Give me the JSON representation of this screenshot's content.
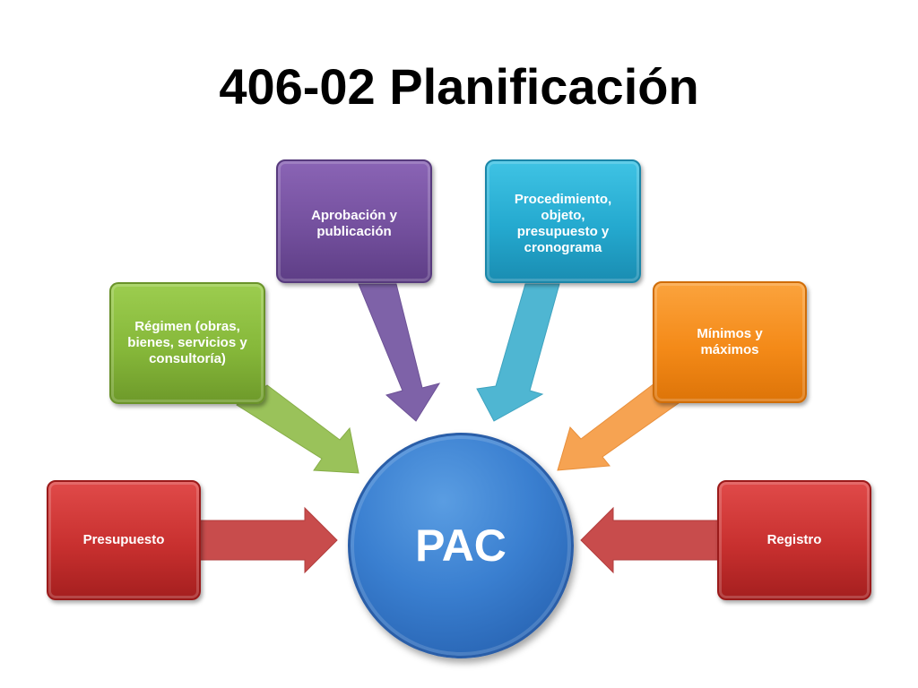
{
  "title": "406-02 Planificación",
  "center": {
    "label": "PAC",
    "color": "#3a7fd0"
  },
  "nodes": {
    "presupuesto": {
      "label": "Presupuesto",
      "color": "#c8302f"
    },
    "regimen": {
      "lines": [
        "Régimen (obras,",
        "bienes, servicios y",
        "consultoría)"
      ],
      "color": "#86b83a"
    },
    "aprobacion": {
      "lines": [
        "Aprobación y",
        "publicación"
      ],
      "color": "#74509e"
    },
    "procedimiento": {
      "lines": [
        "Procedimiento,",
        "objeto,",
        "presupuesto y",
        "cronograma"
      ],
      "color": "#24a9cf"
    },
    "minimos": {
      "lines": [
        "Mínimos y",
        "máximos"
      ],
      "color": "#f48a18"
    },
    "registro": {
      "label": "Registro",
      "color": "#c8302f"
    }
  },
  "arrow_colors": {
    "red": "#c84c4c",
    "green": "#9ac25a",
    "purple": "#7e62a8",
    "cyan": "#4fb6d2",
    "orange": "#f6a352"
  }
}
